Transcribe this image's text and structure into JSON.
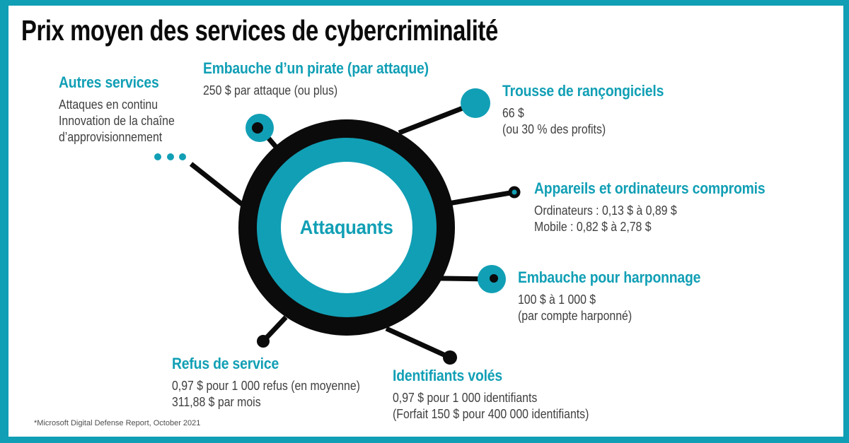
{
  "title": "Prix moyen des services de cybercriminalité",
  "center": {
    "label": "Attaquants"
  },
  "footnote": "*Microsoft Digital Defense Report, October 2021",
  "colors": {
    "accent": "#119FB5",
    "ink": "#0B0B0B",
    "body": "#3F3F3F",
    "muted": "#4E4E4E",
    "bg": "#FFFFFF"
  },
  "items": [
    {
      "id": "autres-services",
      "title": "Autres services",
      "lines": [
        "Attaques en continu",
        "Innovation de la chaîne",
        "d’approvisionnement"
      ]
    },
    {
      "id": "embauche-pirate",
      "title": "Embauche d’un pirate (par attaque)",
      "lines": [
        "250 $ par attaque (ou plus)"
      ]
    },
    {
      "id": "trousse-rancongiciels",
      "title": "Trousse de rançongiciels",
      "lines": [
        "66 $",
        "(ou 30 % des profits)"
      ]
    },
    {
      "id": "appareils-compromis",
      "title": "Appareils et ordinateurs compromis",
      "lines": [
        "Ordinateurs : 0,13 $ à 0,89 $",
        "Mobile : 0,82 $ à 2,78 $"
      ]
    },
    {
      "id": "embauche-harponnage",
      "title": "Embauche pour harponnage",
      "lines": [
        "100 $ à 1 000 $",
        "(par compte harponné)"
      ]
    },
    {
      "id": "identifiants-voles",
      "title": "Identifiants volés",
      "lines": [
        "0,97 $ pour 1 000 identifiants",
        "(Forfait 150 $ pour 400 000 identifiants)"
      ]
    },
    {
      "id": "refus-service",
      "title": "Refus de service",
      "lines": [
        "0,97 $ pour 1 000 refus (en moyenne)",
        "311,88 $ par mois"
      ]
    }
  ]
}
